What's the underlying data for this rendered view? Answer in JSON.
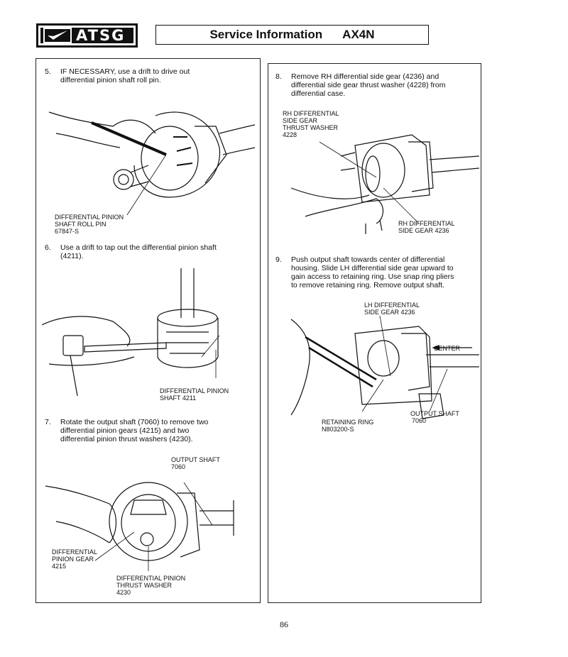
{
  "header": {
    "logo_text": "ATSG",
    "title": "Service Information",
    "model": "AX4N"
  },
  "steps": [
    {
      "number": "5.",
      "text_lines": [
        "IF NECESSARY, use a drift to drive out",
        "differential pinion shaft roll pin."
      ],
      "labels": [
        {
          "lines": [
            "DIFFERENTIAL PINION",
            "SHAFT ROLL PIN",
            "67847-S"
          ]
        }
      ]
    },
    {
      "number": "6.",
      "text_lines": [
        "Use a drift to tap out the differential pinion shaft",
        "(4211)."
      ],
      "labels": [
        {
          "lines": [
            "DIFFERENTIAL PINION",
            "SHAFT 4211"
          ]
        }
      ]
    },
    {
      "number": "7.",
      "text_lines": [
        "Rotate the output shaft (7060) to remove two",
        "differential pinion gears (4215) and two",
        "differential pinion thrust washers (4230)."
      ],
      "labels": [
        {
          "lines": [
            "OUTPUT SHAFT",
            "7060"
          ]
        },
        {
          "lines": [
            "DIFFERENTIAL",
            "PINION GEAR",
            "4215"
          ]
        },
        {
          "lines": [
            "DIFFERENTIAL PINION",
            "THRUST WASHER",
            "4230"
          ]
        }
      ]
    },
    {
      "number": "8.",
      "text_lines": [
        "Remove RH differential side gear (4236) and",
        "differential side gear thrust washer (4228) from",
        "differential case."
      ],
      "labels": [
        {
          "lines": [
            "RH DIFFERENTIAL",
            "SIDE GEAR",
            "THRUST WASHER",
            "4228"
          ]
        },
        {
          "lines": [
            "RH DIFFERENTIAL",
            "SIDE GEAR 4236"
          ]
        }
      ]
    },
    {
      "number": "9.",
      "text_lines": [
        "Push output shaft towards center of differential",
        "housing. Slide LH differential side gear upward to",
        "gain access to retaining ring. Use snap ring pliers",
        "to remove retaining ring. Remove output shaft."
      ],
      "labels": [
        {
          "lines": [
            "LH DIFFERENTIAL",
            "SIDE GEAR 4236"
          ]
        },
        {
          "lines": [
            "CENTER"
          ]
        },
        {
          "lines": [
            "OUTPUT SHAFT",
            "7060"
          ]
        },
        {
          "lines": [
            "RETAINING RING",
            "N803200-S"
          ]
        }
      ]
    }
  ],
  "page_number": "86"
}
